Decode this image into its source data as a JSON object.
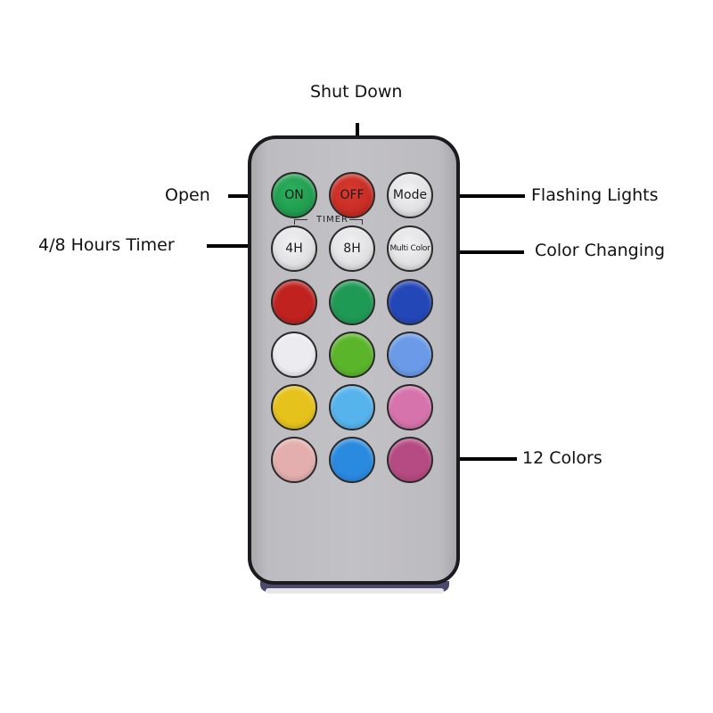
{
  "annotations": {
    "shut_down": "Shut Down",
    "open": "Open",
    "hours_timer": "4/8 Hours Timer",
    "flashing_lights": "Flashing Lights",
    "color_changing": "Color Changing",
    "twelve_colors": "12 Colors"
  },
  "remote": {
    "buttons": {
      "on": "ON",
      "off": "OFF",
      "mode": "Mode",
      "timer_label": "TIMER",
      "four_h": "4H",
      "eight_h": "8H",
      "multi_color": "Multi Color"
    },
    "colors": {
      "on_button": "#1f9a4c",
      "off_button": "#c42a22",
      "body": "#c0bfc3",
      "border": "#1b1b1f"
    },
    "color_buttons": [
      {
        "name": "red",
        "hex": "#c0221f"
      },
      {
        "name": "green",
        "hex": "#1f9a55"
      },
      {
        "name": "blue",
        "hex": "#2447b8"
      },
      {
        "name": "white",
        "hex": "#ececf0"
      },
      {
        "name": "lime-green",
        "hex": "#5bb52a"
      },
      {
        "name": "light-blue",
        "hex": "#6a9ae8"
      },
      {
        "name": "yellow",
        "hex": "#e6c21c"
      },
      {
        "name": "sky-blue",
        "hex": "#56b3ec"
      },
      {
        "name": "pink",
        "hex": "#d672ac"
      },
      {
        "name": "light-pink",
        "hex": "#e4aeae"
      },
      {
        "name": "azure",
        "hex": "#2a8ae0"
      },
      {
        "name": "magenta",
        "hex": "#b64a82"
      }
    ]
  }
}
